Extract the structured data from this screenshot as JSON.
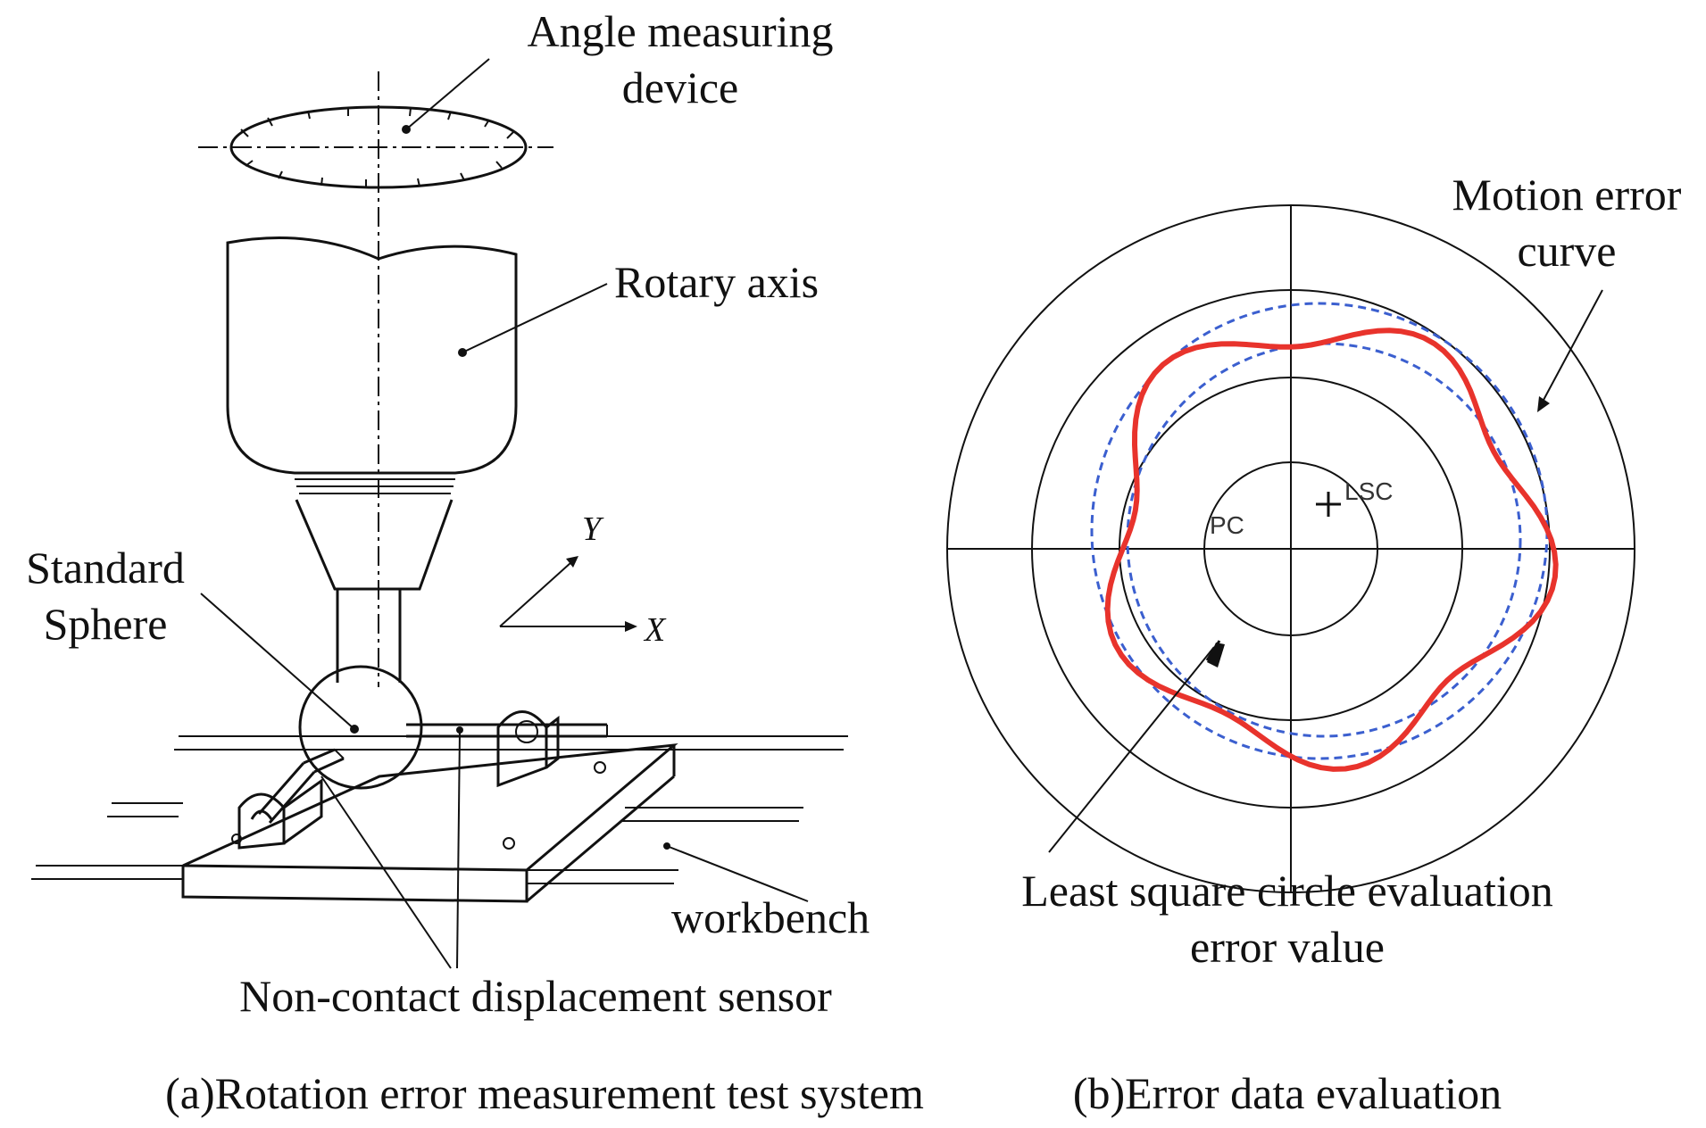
{
  "labels": {
    "angle_device": [
      "Angle measuring",
      "device"
    ],
    "rotary_axis": "Rotary axis",
    "standard_sphere": [
      "Standard",
      "Sphere"
    ],
    "workbench": "workbench",
    "sensor": "Non-contact displacement sensor",
    "axis_y": "Y",
    "axis_x": "X",
    "motion_error_curve": [
      "Motion error",
      "curve"
    ],
    "least_square": [
      "Least square circle evaluation",
      "error value"
    ],
    "pc": "PC",
    "lsc": "LSC"
  },
  "captions": {
    "a": "(a)Rotation error measurement test system",
    "b": "(b)Error data evaluation"
  },
  "colors": {
    "motion_curve": "#e8332c",
    "dashed_circles": "#3b5fcf",
    "ink": "#111111"
  }
}
